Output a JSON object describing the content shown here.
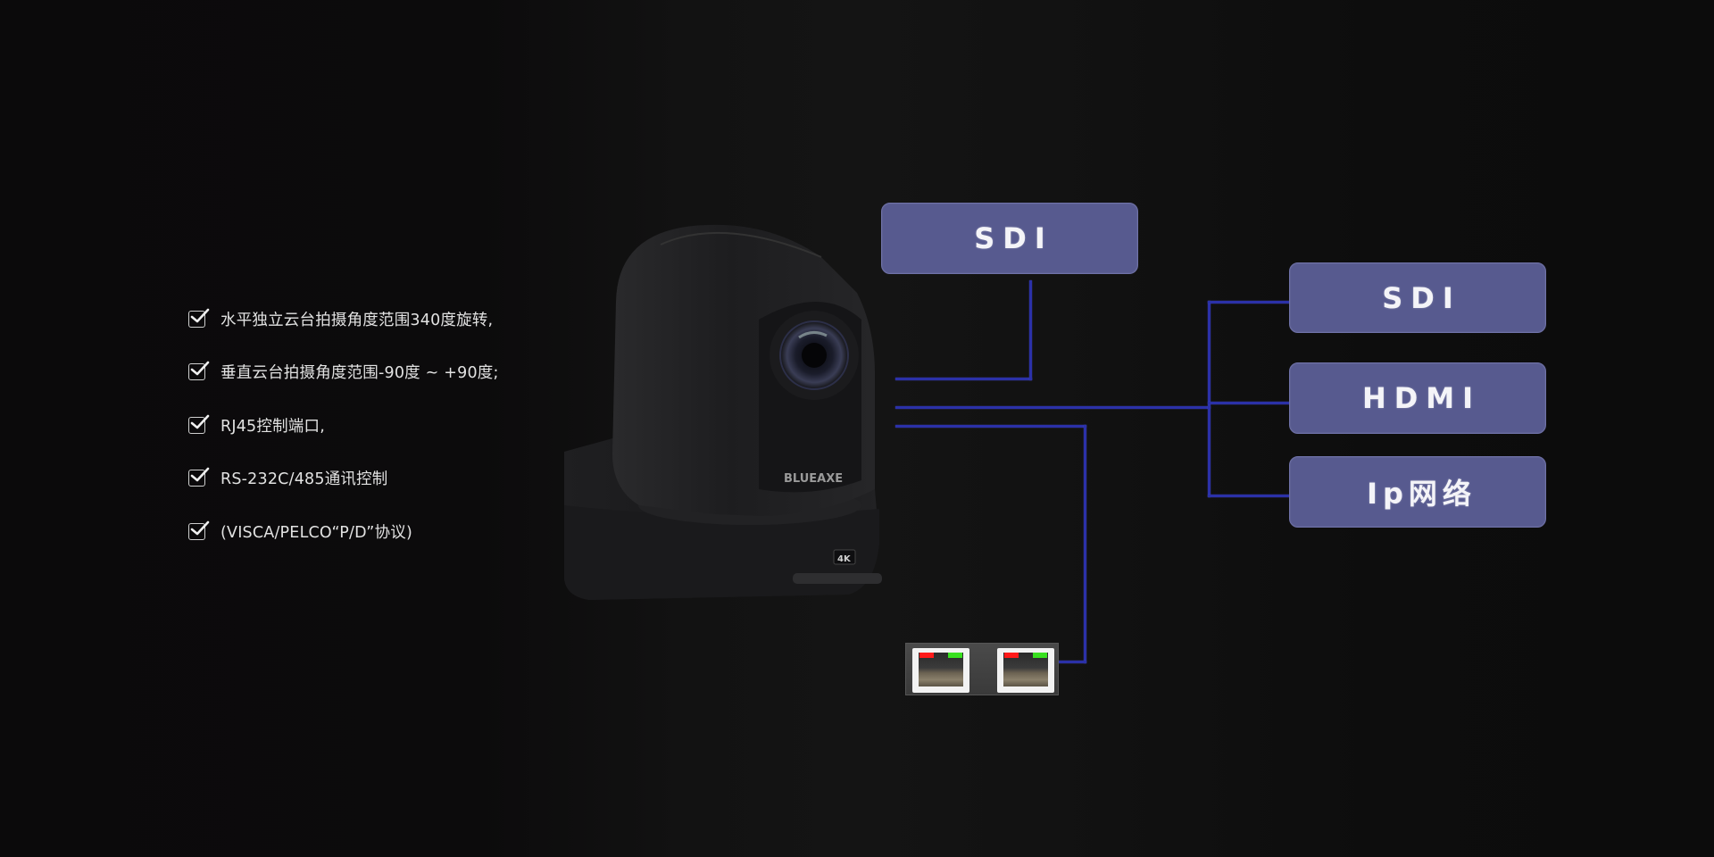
{
  "features": [
    {
      "label": "水平独立云台拍摄角度范围340度旋转,",
      "checked": true
    },
    {
      "label": "垂直云台拍摄角度范围-90度 ~ +90度;",
      "checked": true
    },
    {
      "label": "RJ45控制端口,",
      "checked": true
    },
    {
      "label": "RS-232C/485通讯控制",
      "checked": true
    },
    {
      "label": " (VISCA/PELCO“P/D”协议)",
      "checked": true
    }
  ],
  "camera": {
    "brand": "BLUEAXE",
    "badge": "4K",
    "body_color": "#1c1c1e"
  },
  "outputs": {
    "top": {
      "label": "SDI"
    },
    "right": [
      {
        "label": "SDI"
      },
      {
        "label": "HDMI"
      },
      {
        "label": "Ip网络"
      }
    ]
  },
  "ports": {
    "type": "RJ45",
    "count": 2
  },
  "colors": {
    "background": "#0c0b0c",
    "box_fill": "#575a8f",
    "box_border": "#6f72a8",
    "wire": "#2b31a8",
    "led_red": "#ff1a1a",
    "led_green": "#39e020"
  }
}
